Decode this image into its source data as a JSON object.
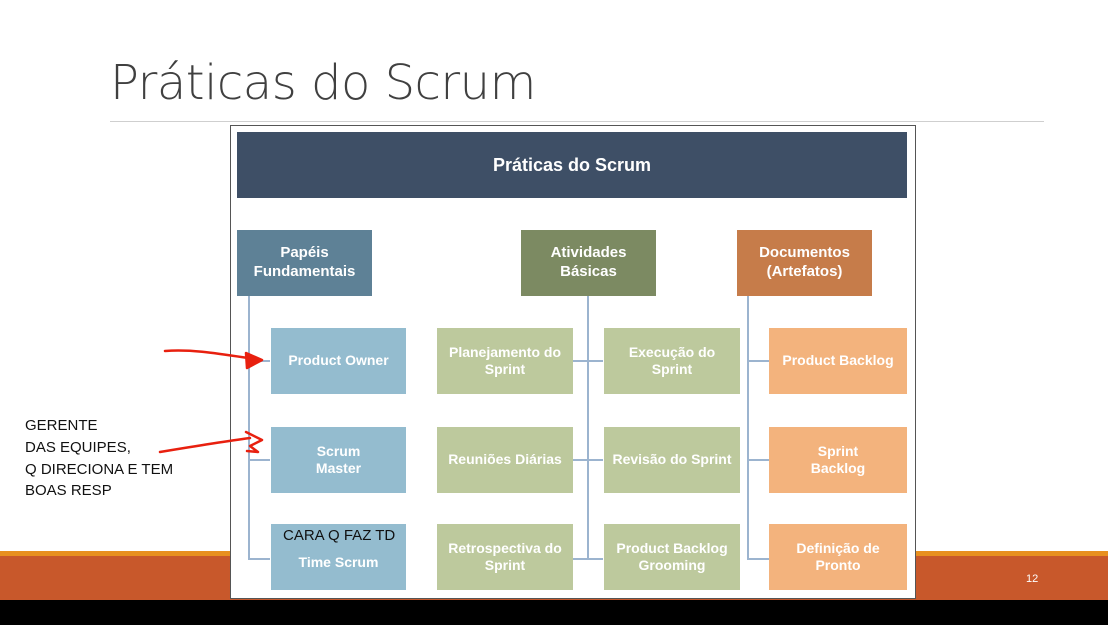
{
  "slide": {
    "title": "Práticas do Scrum",
    "page_number": "12"
  },
  "diagram": {
    "header": "Práticas do Scrum",
    "categories": [
      {
        "label": "Papéis\nFundamentais"
      },
      {
        "label": "Atividades\nBásicas"
      },
      {
        "label": "Documentos\n(Artefatos)"
      }
    ],
    "roles": [
      {
        "label": "Product Owner"
      },
      {
        "label": "Scrum\nMaster"
      },
      {
        "label": "Time Scrum"
      }
    ],
    "activities_left": [
      {
        "label": "Planejamento do\nSprint"
      },
      {
        "label": "Reuniões Diárias"
      },
      {
        "label": "Retrospectiva do\nSprint"
      }
    ],
    "activities_right": [
      {
        "label": "Execução do Sprint"
      },
      {
        "label": "Revisão do Sprint"
      },
      {
        "label": "Product Backlog\nGrooming"
      }
    ],
    "documents": [
      {
        "label": "Product Backlog"
      },
      {
        "label": "Sprint\nBacklog"
      },
      {
        "label": "Definição de Pronto"
      }
    ]
  },
  "annotations": {
    "note_1": "GERENTE\nDAS EQUIPES,\nQ DIRECIONA E TEM\nBOAS RESP",
    "note_2": "CARA Q FAZ TD"
  },
  "colors": {
    "header": "#3e4f66",
    "footer_band": "#c8582b",
    "footer_thin": "#e8901f",
    "annotation_red": "#e8200f"
  }
}
